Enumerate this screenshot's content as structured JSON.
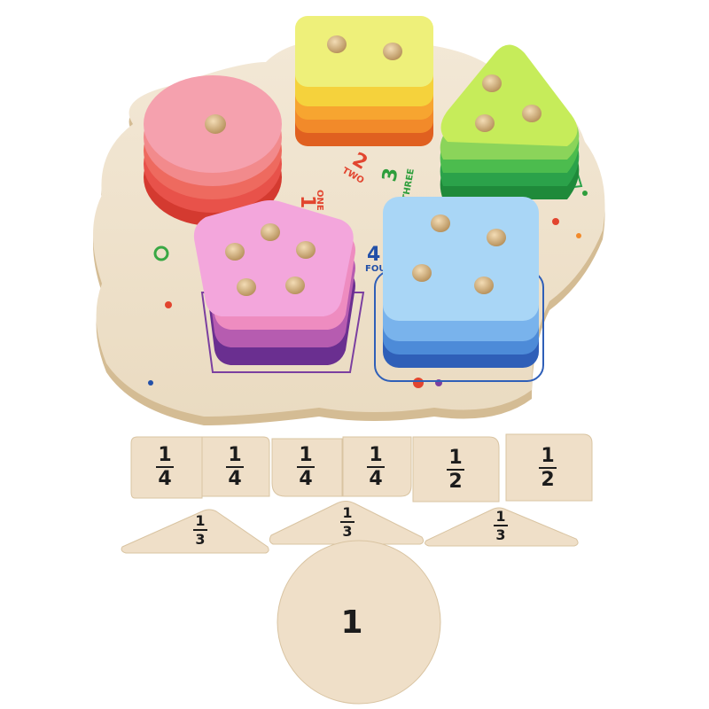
{
  "colors": {
    "board": "#efe2cc",
    "board_edge": "#d8c3a0",
    "wood_card": "#efdfc8",
    "peg": "#d8b98a",
    "accent_red": "#e2452f",
    "accent_green": "#2e9e3c",
    "accent_blue": "#2350a8"
  },
  "board": {
    "labels": [
      {
        "number": "1",
        "word": "ONE",
        "color": "#e2452f"
      },
      {
        "number": "2",
        "word": "TWO",
        "color": "#e2452f"
      },
      {
        "number": "3",
        "word": "THREE",
        "color": "#2e9e3c"
      },
      {
        "number": "4",
        "word": "FOUR",
        "color": "#2350a8"
      }
    ]
  },
  "stacks": {
    "circle": {
      "icon": "circle-stack",
      "layers": [
        "#e8524a",
        "#ee6a5f",
        "#f28a8c",
        "#f5a1ae"
      ]
    },
    "square": {
      "icon": "square-stack",
      "layers": [
        "#f28a2a",
        "#f7a530",
        "#f5d23c",
        "#eef07a"
      ]
    },
    "triangle": {
      "icon": "triangle-stack",
      "layers": [
        "#2ba24a",
        "#4cbc4e",
        "#8bd45a",
        "#c6ec5a"
      ]
    },
    "pentagon": {
      "icon": "pentagon-stack",
      "layers": [
        "#7b3fa0",
        "#b65cb0",
        "#ee8cc0",
        "#f3a6dc"
      ]
    },
    "rounded_square": {
      "icon": "rounded-square-stack",
      "layers": [
        "#2f5fb8",
        "#4d8bd8",
        "#79b3ec",
        "#a9d6f6"
      ]
    }
  },
  "fraction_cards": {
    "quarters": [
      {
        "num": "1",
        "den": "4"
      },
      {
        "num": "1",
        "den": "4"
      },
      {
        "num": "1",
        "den": "4"
      },
      {
        "num": "1",
        "den": "4"
      }
    ],
    "halves": [
      {
        "num": "1",
        "den": "2"
      },
      {
        "num": "1",
        "den": "2"
      }
    ],
    "thirds": [
      {
        "num": "1",
        "den": "3"
      },
      {
        "num": "1",
        "den": "3"
      },
      {
        "num": "1",
        "den": "3"
      }
    ],
    "whole": {
      "label": "1"
    }
  }
}
